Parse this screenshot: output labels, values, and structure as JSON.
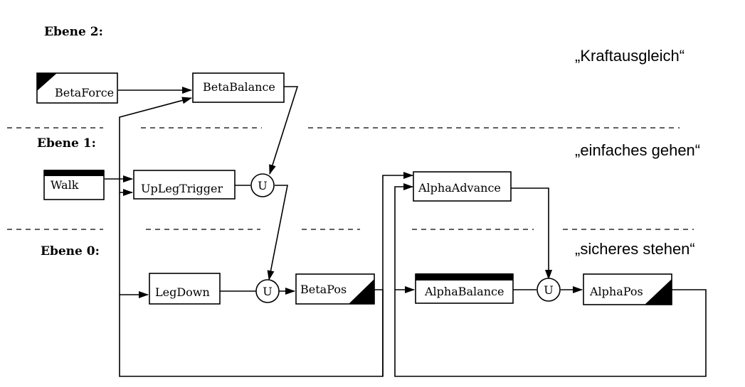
{
  "levels": [
    {
      "label": "Ebene 2:",
      "behavior": "„Kraftausgleich“"
    },
    {
      "label": "Ebene 1:",
      "behavior": "„einfaches gehen“"
    },
    {
      "label": "Ebene 0:",
      "behavior": "„sicheres stehen“"
    }
  ],
  "modules": {
    "beta_force": "BetaForce",
    "beta_balance": "BetaBalance",
    "walk": "Walk",
    "up_leg_trigger": "UpLegTrigger",
    "alpha_advance": "AlphaAdvance",
    "leg_down": "LegDown",
    "beta_pos": "BetaPos",
    "alpha_balance": "AlphaBalance",
    "alpha_pos": "AlphaPos"
  },
  "nodes": {
    "union_1": "U",
    "union_2": "U",
    "union_3": "U"
  },
  "colors": {
    "line": "#000000",
    "background": "#ffffff"
  }
}
